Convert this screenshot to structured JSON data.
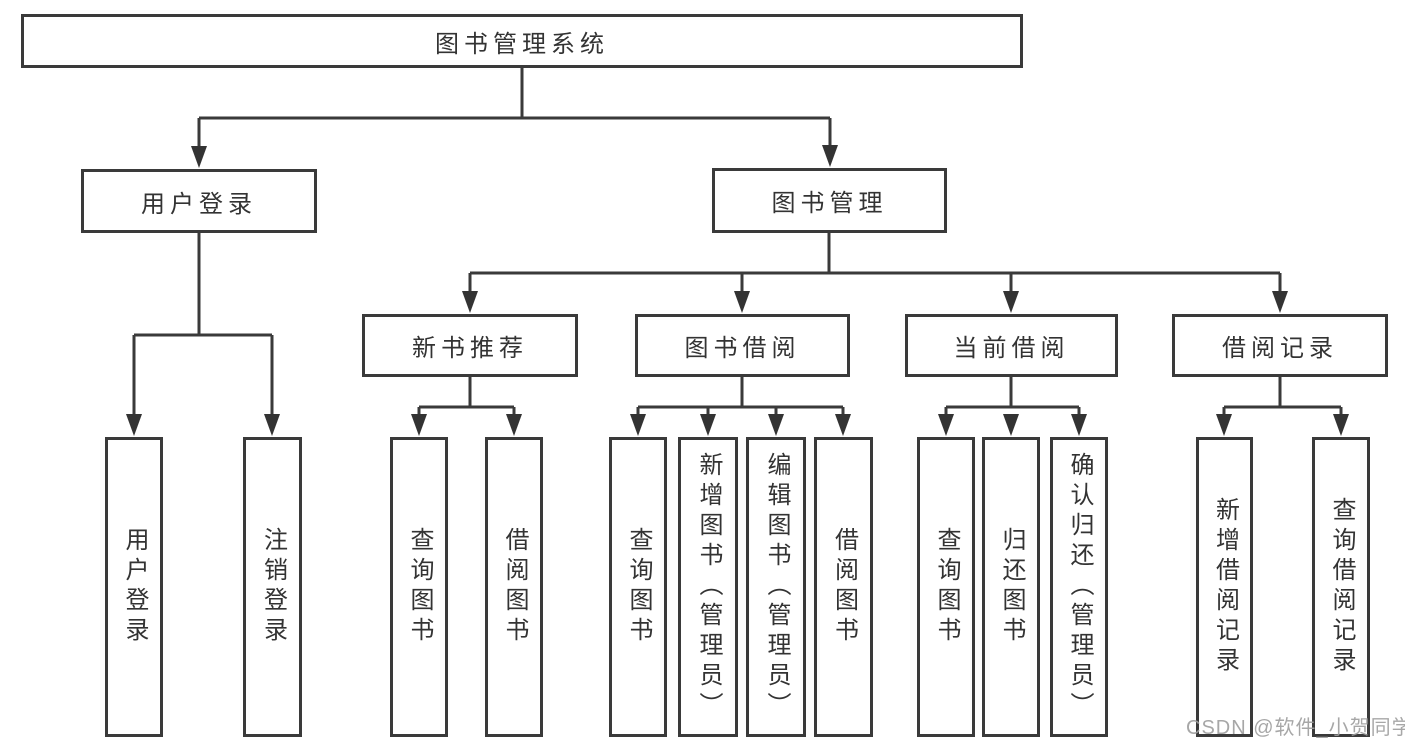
{
  "diagram": {
    "root": "图书管理系统",
    "branches": [
      {
        "label": "用户登录",
        "children": [
          "用户登录",
          "注销登录"
        ]
      },
      {
        "label": "图书管理",
        "sections": [
          {
            "label": "新书推荐",
            "children": [
              "查询图书",
              "借阅图书"
            ]
          },
          {
            "label": "图书借阅",
            "children": [
              "查询图书",
              "新增图书（管理员）",
              "编辑图书（管理员）",
              "借阅图书"
            ]
          },
          {
            "label": "当前借阅",
            "children": [
              "查询图书",
              "归还图书",
              "确认归还（管理员）"
            ]
          },
          {
            "label": "借阅记录",
            "children": [
              "新增借阅记录",
              "查询借阅记录"
            ]
          }
        ]
      }
    ],
    "colors": {
      "line": "#3a3a3a",
      "box_border": "#3a3a3a",
      "box_fill": "#ffffff",
      "text": "#333333",
      "background": "#ffffff",
      "watermark": "#9e9e9e"
    }
  },
  "watermark": {
    "text": "CSDN @软件_小贺同学"
  }
}
